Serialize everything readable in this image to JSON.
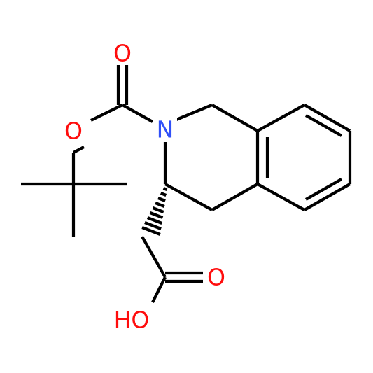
{
  "molecule": {
    "colors": {
      "bond": "#000000",
      "oxygen": "#ff0d0d",
      "nitrogen": "#3050f8",
      "background": "#ffffff"
    },
    "labels": {
      "ring_nitrogen": "N",
      "carbamate_carbonyl_oxygen": "O",
      "carbamate_ester_oxygen": "O",
      "acid_carbonyl_oxygen": "O",
      "acid_hydroxyl": "HO"
    }
  }
}
